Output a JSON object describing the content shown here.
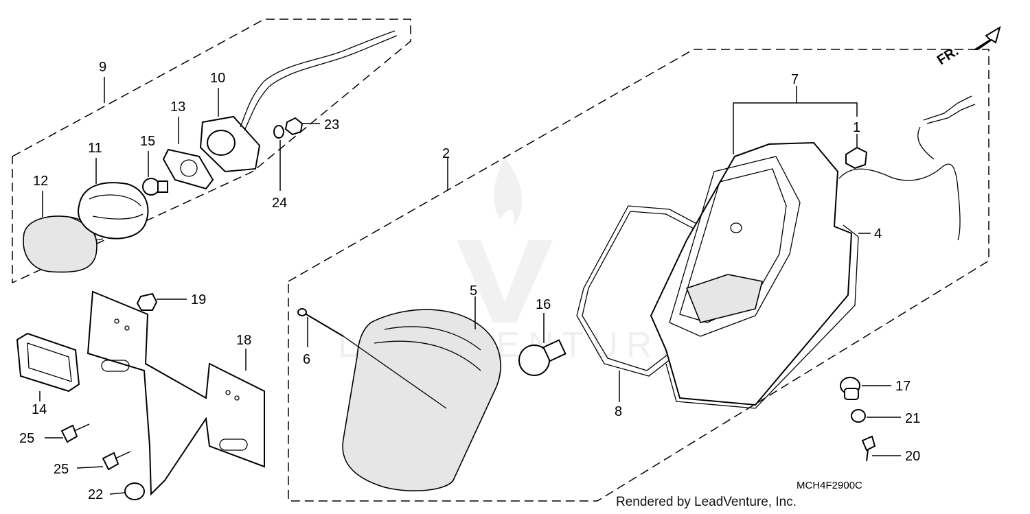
{
  "diagram": {
    "callouts": {
      "c1": "1",
      "c2": "2",
      "c4": "4",
      "c5": "5",
      "c6": "6",
      "c7": "7",
      "c8": "8",
      "c9": "9",
      "c10": "10",
      "c11": "11",
      "c12": "12",
      "c13": "13",
      "c14": "14",
      "c15": "15",
      "c16": "16",
      "c17": "17",
      "c18": "18",
      "c19": "19",
      "c20": "20",
      "c21": "21",
      "c22": "22",
      "c23": "23",
      "c24": "24",
      "c25a": "25",
      "c25b": "25"
    },
    "direction_label": "FR.",
    "diagram_code": "MCH4F2900C",
    "credit": "Rendered by LeadVenture, Inc.",
    "watermark_text": "LEADVENTURE",
    "colors": {
      "line": "#000000",
      "background": "#ffffff",
      "watermark": "#e0e0e0"
    }
  }
}
